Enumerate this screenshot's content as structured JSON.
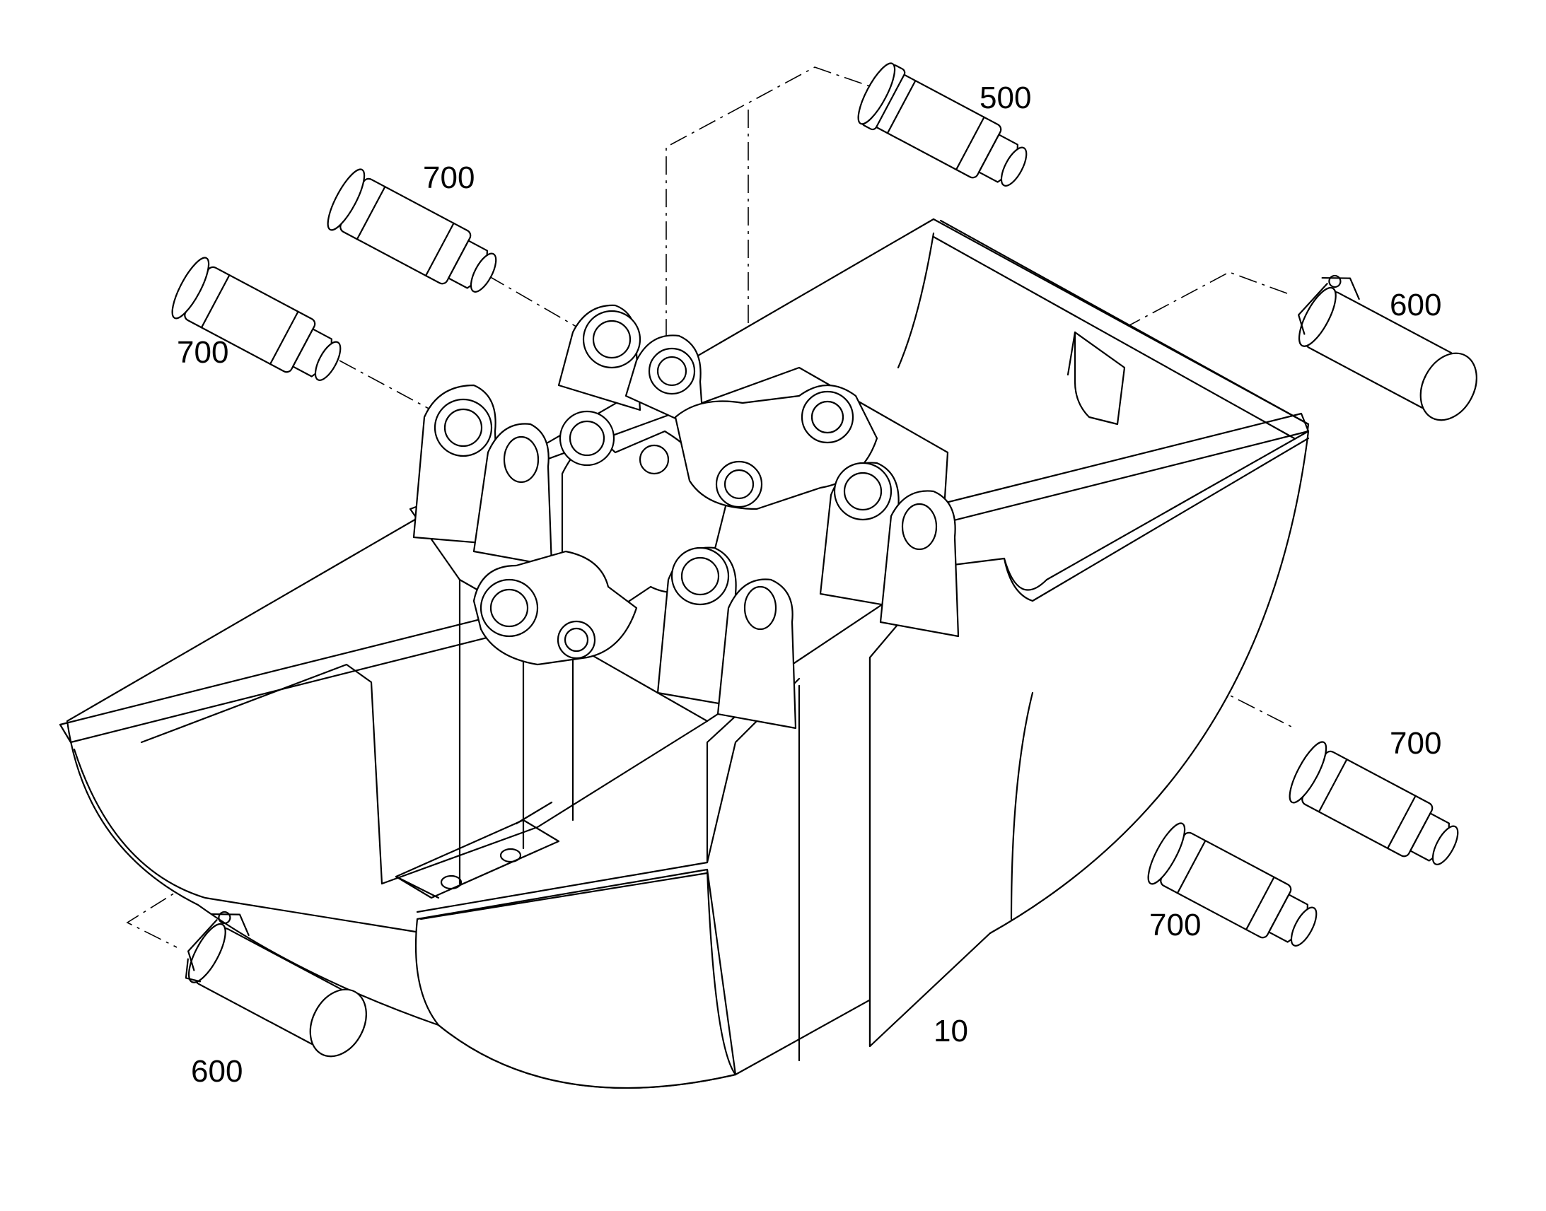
{
  "labels": {
    "bucket": "10",
    "pin_top": "500",
    "pin_right_top": "600",
    "pin_left_bottom": "600",
    "pin_left_upper": "700",
    "pin_left_lower": "700",
    "pin_right_upper": "700",
    "pin_right_lower": "700"
  }
}
